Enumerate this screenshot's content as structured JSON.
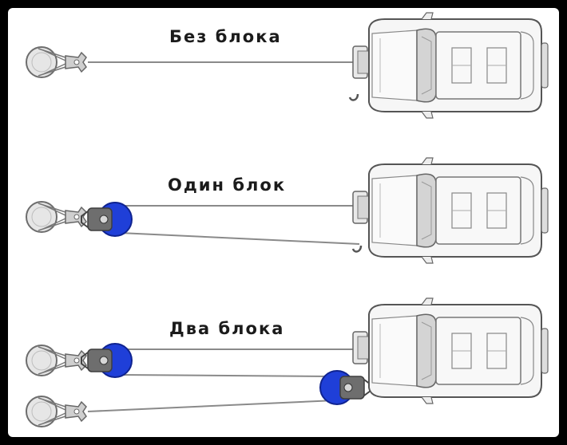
{
  "diagram": {
    "labels": {
      "no_block": "Без блока",
      "one_block": "Один блок",
      "two_blocks": "Два блока"
    },
    "colors": {
      "pulley": "#1f3fd8",
      "rope": "#8a8a8a",
      "car_body": "#f4f4f4",
      "outline": "#555555",
      "frame": "#000000"
    }
  }
}
